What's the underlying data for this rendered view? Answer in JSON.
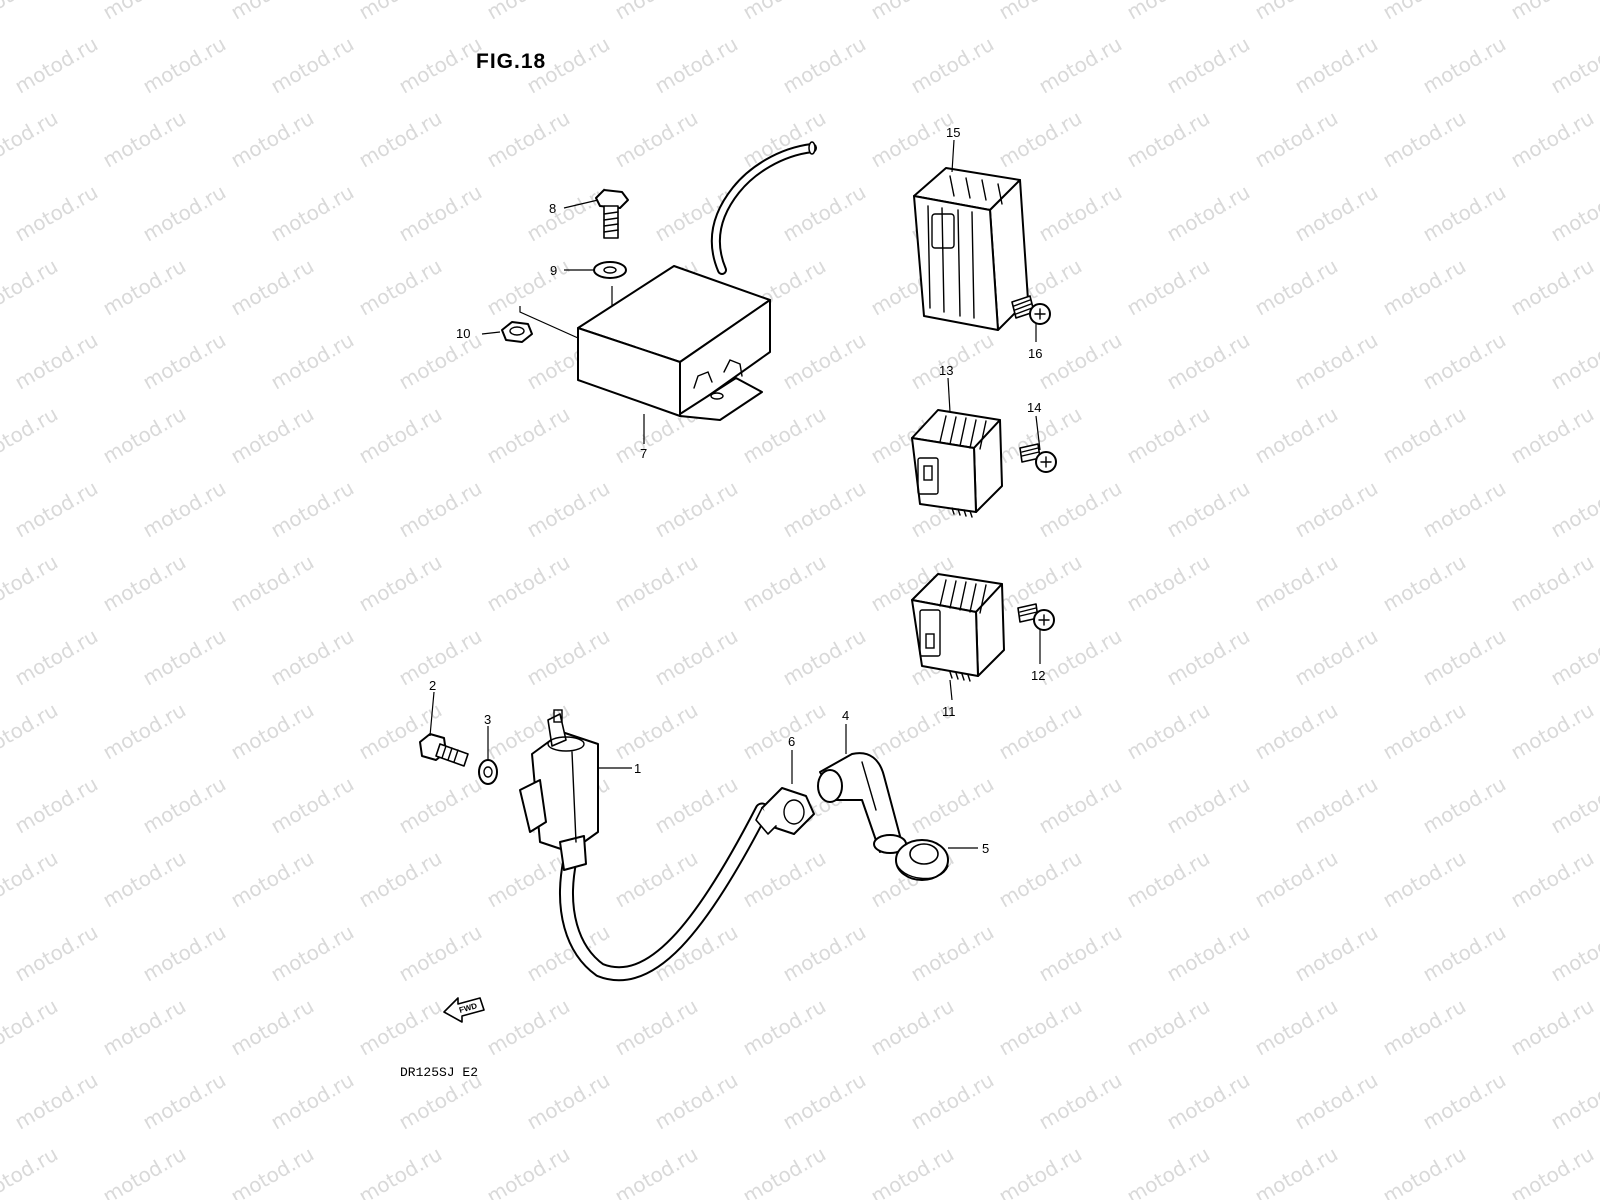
{
  "figure": {
    "title": "FIG.18",
    "model_code": "DR125SJ E2",
    "direction_label": "FWD"
  },
  "watermark": {
    "text": "motod.ru",
    "color": "#d9d9d9"
  },
  "callouts": {
    "c1": "1",
    "c2": "2",
    "c3": "3",
    "c4": "4",
    "c5": "5",
    "c6": "6",
    "c7": "7",
    "c8": "8",
    "c9": "9",
    "c10": "10",
    "c11": "11",
    "c12": "12",
    "c13": "13",
    "c14": "14",
    "c15": "15",
    "c16": "16"
  },
  "icons": {
    "direction": "fwd-arrow-icon"
  }
}
